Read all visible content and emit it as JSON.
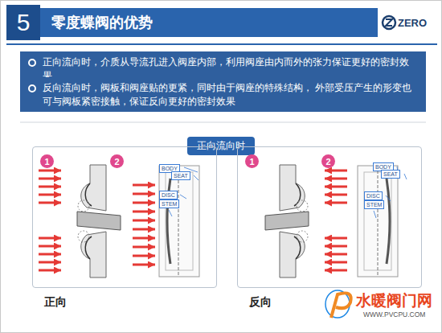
{
  "diagram": {
    "title": "零度蝶阀的优势",
    "nodes": [
      {
        "text": [
          "5"
        ]
      },
      {
        "text": [
          "正向流向时，介质从导流孔进入阀座内部，利用阀座由内而外的张力保证更好的密封效果"
        ]
      },
      {
        "text": [
          "反向流向时，阀板和阀座贴的更紧，同时由于阀座的特殊结构， 外部受压产生的形变也可与阀板紧密接触，保证反向更好的密封效果"
        ]
      },
      {
        "text": [
          "正向流向时"
        ]
      },
      {
        "text": [
          "正向"
        ]
      },
      {
        "text": [
          "1"
        ],
        "in": 4
      },
      {
        "text": [
          "2"
        ],
        "in": 4
      },
      {
        "text": [
          "BODY"
        ],
        "in": 4
      },
      {
        "text": [
          "SEAT"
        ],
        "in": 4
      },
      {
        "text": [
          "DISC"
        ],
        "in": 4
      },
      {
        "text": [
          "STEM"
        ],
        "in": 4
      },
      {
        "text": [
          "反向"
        ]
      },
      {
        "text": [
          "1"
        ],
        "in": 11
      },
      {
        "text": [
          "2"
        ],
        "in": 11
      },
      {
        "text": [
          "BODY"
        ],
        "in": 11
      },
      {
        "text": [
          "SEAT"
        ],
        "in": 11
      },
      {
        "text": [
          "DISC"
        ],
        "in": 11
      },
      {
        "text": [
          "STEM"
        ],
        "in": 11
      }
    ],
    "labels": [
      "ZERO",
      "水暖阀门网",
      "WWW.PVCPU.COM"
    ]
  }
}
